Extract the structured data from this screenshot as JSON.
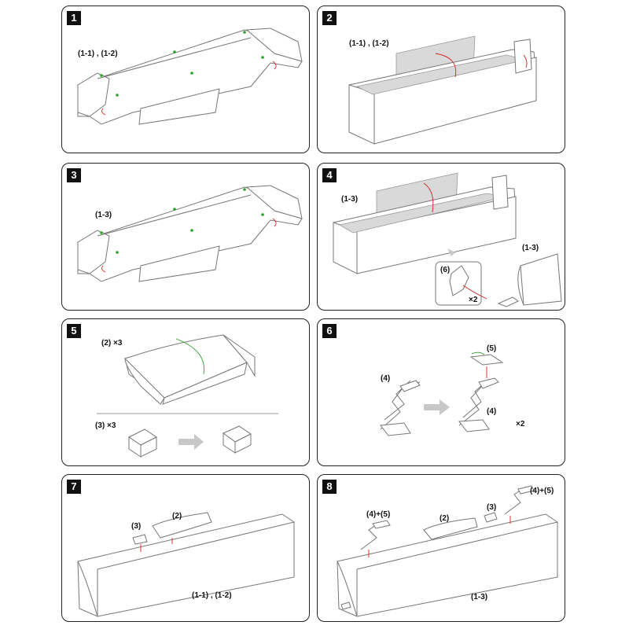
{
  "steps": [
    {
      "number": "1",
      "labels": [
        "(1-1) , (1-2)"
      ]
    },
    {
      "number": "2",
      "labels": [
        "(1-1) , (1-2)"
      ]
    },
    {
      "number": "3",
      "labels": [
        "(1-3)"
      ]
    },
    {
      "number": "4",
      "labels": [
        "(1-3)",
        "(1-3)",
        "(6)",
        "×2"
      ]
    },
    {
      "number": "5",
      "labels": [
        "(2) ×3",
        "(3) ×3"
      ]
    },
    {
      "number": "6",
      "labels": [
        "(4)",
        "(5)",
        "(4)",
        "×2"
      ]
    },
    {
      "number": "7",
      "labels": [
        "(3)",
        "(2)",
        "(1-1) , (1-2)"
      ]
    },
    {
      "number": "8",
      "labels": [
        "(4)+(5)",
        "(4)+(5)",
        "(3)",
        "(2)",
        "(1-3)"
      ]
    }
  ]
}
